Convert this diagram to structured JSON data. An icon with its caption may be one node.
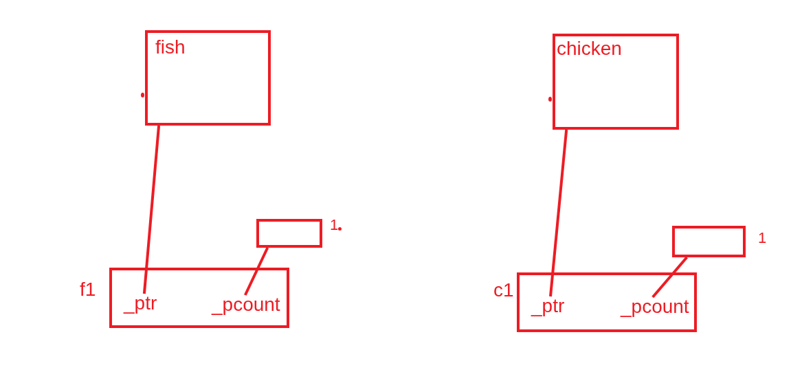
{
  "diagram": {
    "nodes": [
      {
        "text": [
          "fish"
        ]
      },
      {
        "text": [],
        "shape": "box",
        "beside": [
          "1"
        ]
      },
      {
        "text": [
          "f1"
        ]
      },
      {
        "text": [
          "_ptr"
        ],
        "in": 2
      },
      {
        "text": [
          "_pcount"
        ],
        "in": 2
      },
      {
        "text": [
          "chicken"
        ]
      },
      {
        "text": [],
        "shape": "box",
        "beside": [
          "1"
        ]
      },
      {
        "text": [
          "c1"
        ]
      },
      {
        "text": [
          "_ptr"
        ],
        "in": 7
      },
      {
        "text": [
          "_pcount"
        ],
        "in": 7
      }
    ],
    "edges": [
      {
        "from": 3,
        "to": 0,
        "arrow": "none"
      },
      {
        "from": 4,
        "to": 1,
        "arrow": "none"
      },
      {
        "from": 8,
        "to": 5,
        "arrow": "none"
      },
      {
        "from": 9,
        "to": 6,
        "arrow": "none"
      }
    ]
  }
}
